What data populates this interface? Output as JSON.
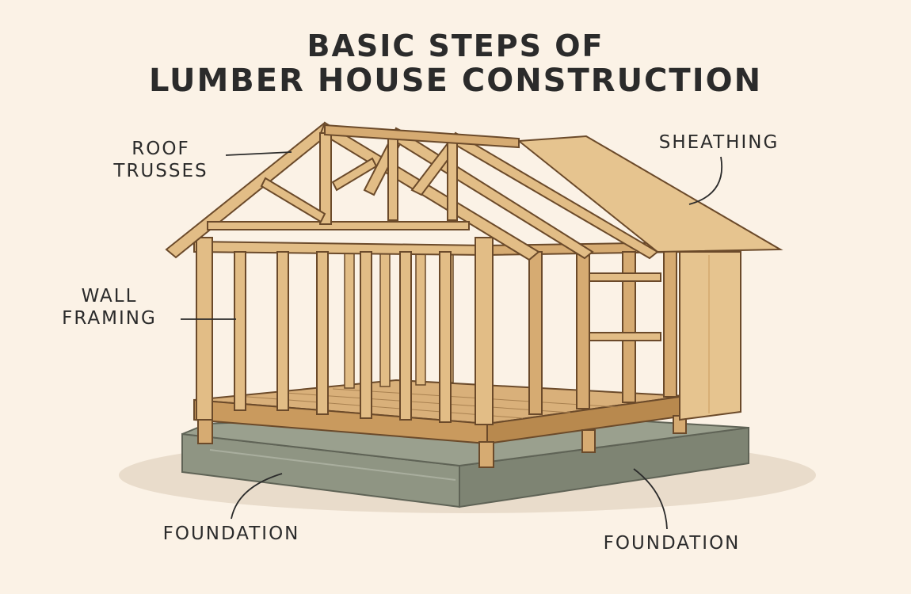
{
  "title": {
    "line1": "BASIC STEPS OF",
    "line2": "LUMBER HOUSE CONSTRUCTION"
  },
  "labels": {
    "roof_trusses": {
      "line1": "ROOF",
      "line2": "TRUSSES"
    },
    "sheathing": "SHEATHING",
    "wall_framing": {
      "line1": "WALL",
      "line2": "FRAMING"
    },
    "foundation_left": "FOUNDATION",
    "foundation_right": "FOUNDATION"
  },
  "colors": {
    "background": "#fbf2e6",
    "wood": "#e2bd86",
    "wood_dark": "#c99a5e",
    "outline": "#6b4a2a",
    "concrete": "#9aa08e",
    "concrete_dark": "#7e8473",
    "sheathing": "#e6c48f"
  }
}
